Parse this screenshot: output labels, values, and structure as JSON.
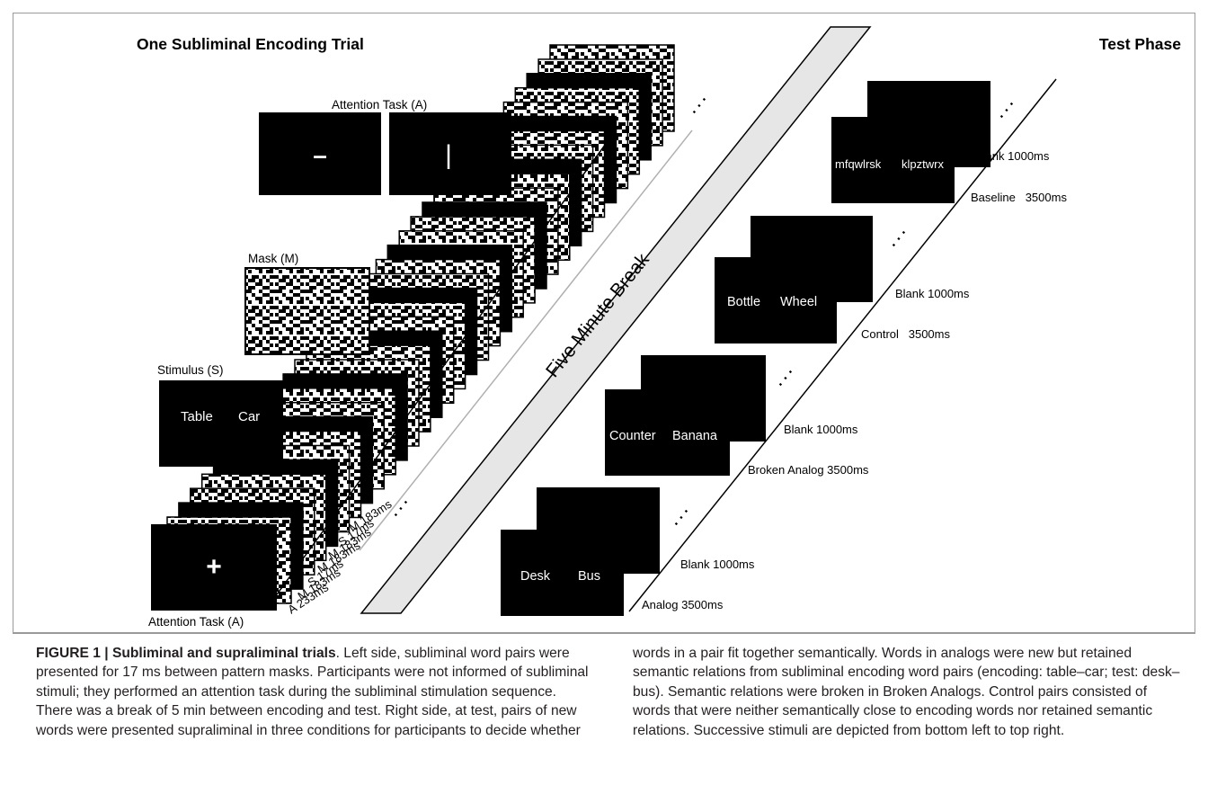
{
  "figure": {
    "encoding_title": "One Subliminal Encoding Trial",
    "test_title": "Test Phase",
    "attention_task_label": "Attention Task (A)",
    "mask_label": "Mask (M)",
    "stimulus_label": "Stimulus (S)",
    "stimulus_words": [
      "Table",
      "Car"
    ],
    "fixation_symbols": {
      "plus": "+",
      "minus": "–",
      "bar": "|"
    },
    "encoding_sequence": [
      "M 183ms",
      "S 17ms",
      "M 183ms",
      "M 183ms",
      "S 17ms",
      "M 183ms",
      "A 233ms"
    ],
    "break_label": "Five Minute Break",
    "ellipsis": ". . .",
    "test_blocks": [
      {
        "words": [
          "mfqwlrsk",
          "klpztwrx"
        ],
        "blank_label": "Blank 1000ms",
        "condition_label": "Baseline   3500ms"
      },
      {
        "words": [
          "Bottle",
          "Wheel"
        ],
        "blank_label": "Blank 1000ms",
        "condition_label": "Control   3500ms"
      },
      {
        "words": [
          "Counter",
          "Banana"
        ],
        "blank_label": "Blank 1000ms",
        "condition_label": "Broken Analog 3500ms"
      },
      {
        "words": [
          "Desk",
          "Bus"
        ],
        "blank_label": "Blank 1000ms",
        "condition_label": "Analog 3500ms"
      }
    ]
  },
  "caption": {
    "label": "FIGURE 1 | Subliminal and supraliminal trials",
    "text": ". Left side, subliminal word pairs were presented for 17 ms between pattern masks. Participants were not informed of subliminal stimuli; they performed an attention task during the subliminal stimulation sequence. There was a break of 5 min between encoding and test. Right side, at test, pairs of new words were presented supraliminal in three conditions for participants to decide whether words in a pair fit together semantically. Words in analogs were new but retained semantic relations from subliminal encoding word pairs (encoding: table–car; test: desk–bus). Semantic relations were broken in Broken Analogs. Control pairs consisted of words that were neither semantically close to encoding words nor retained semantic relations. Successive stimuli are depicted from bottom left to top right."
  }
}
